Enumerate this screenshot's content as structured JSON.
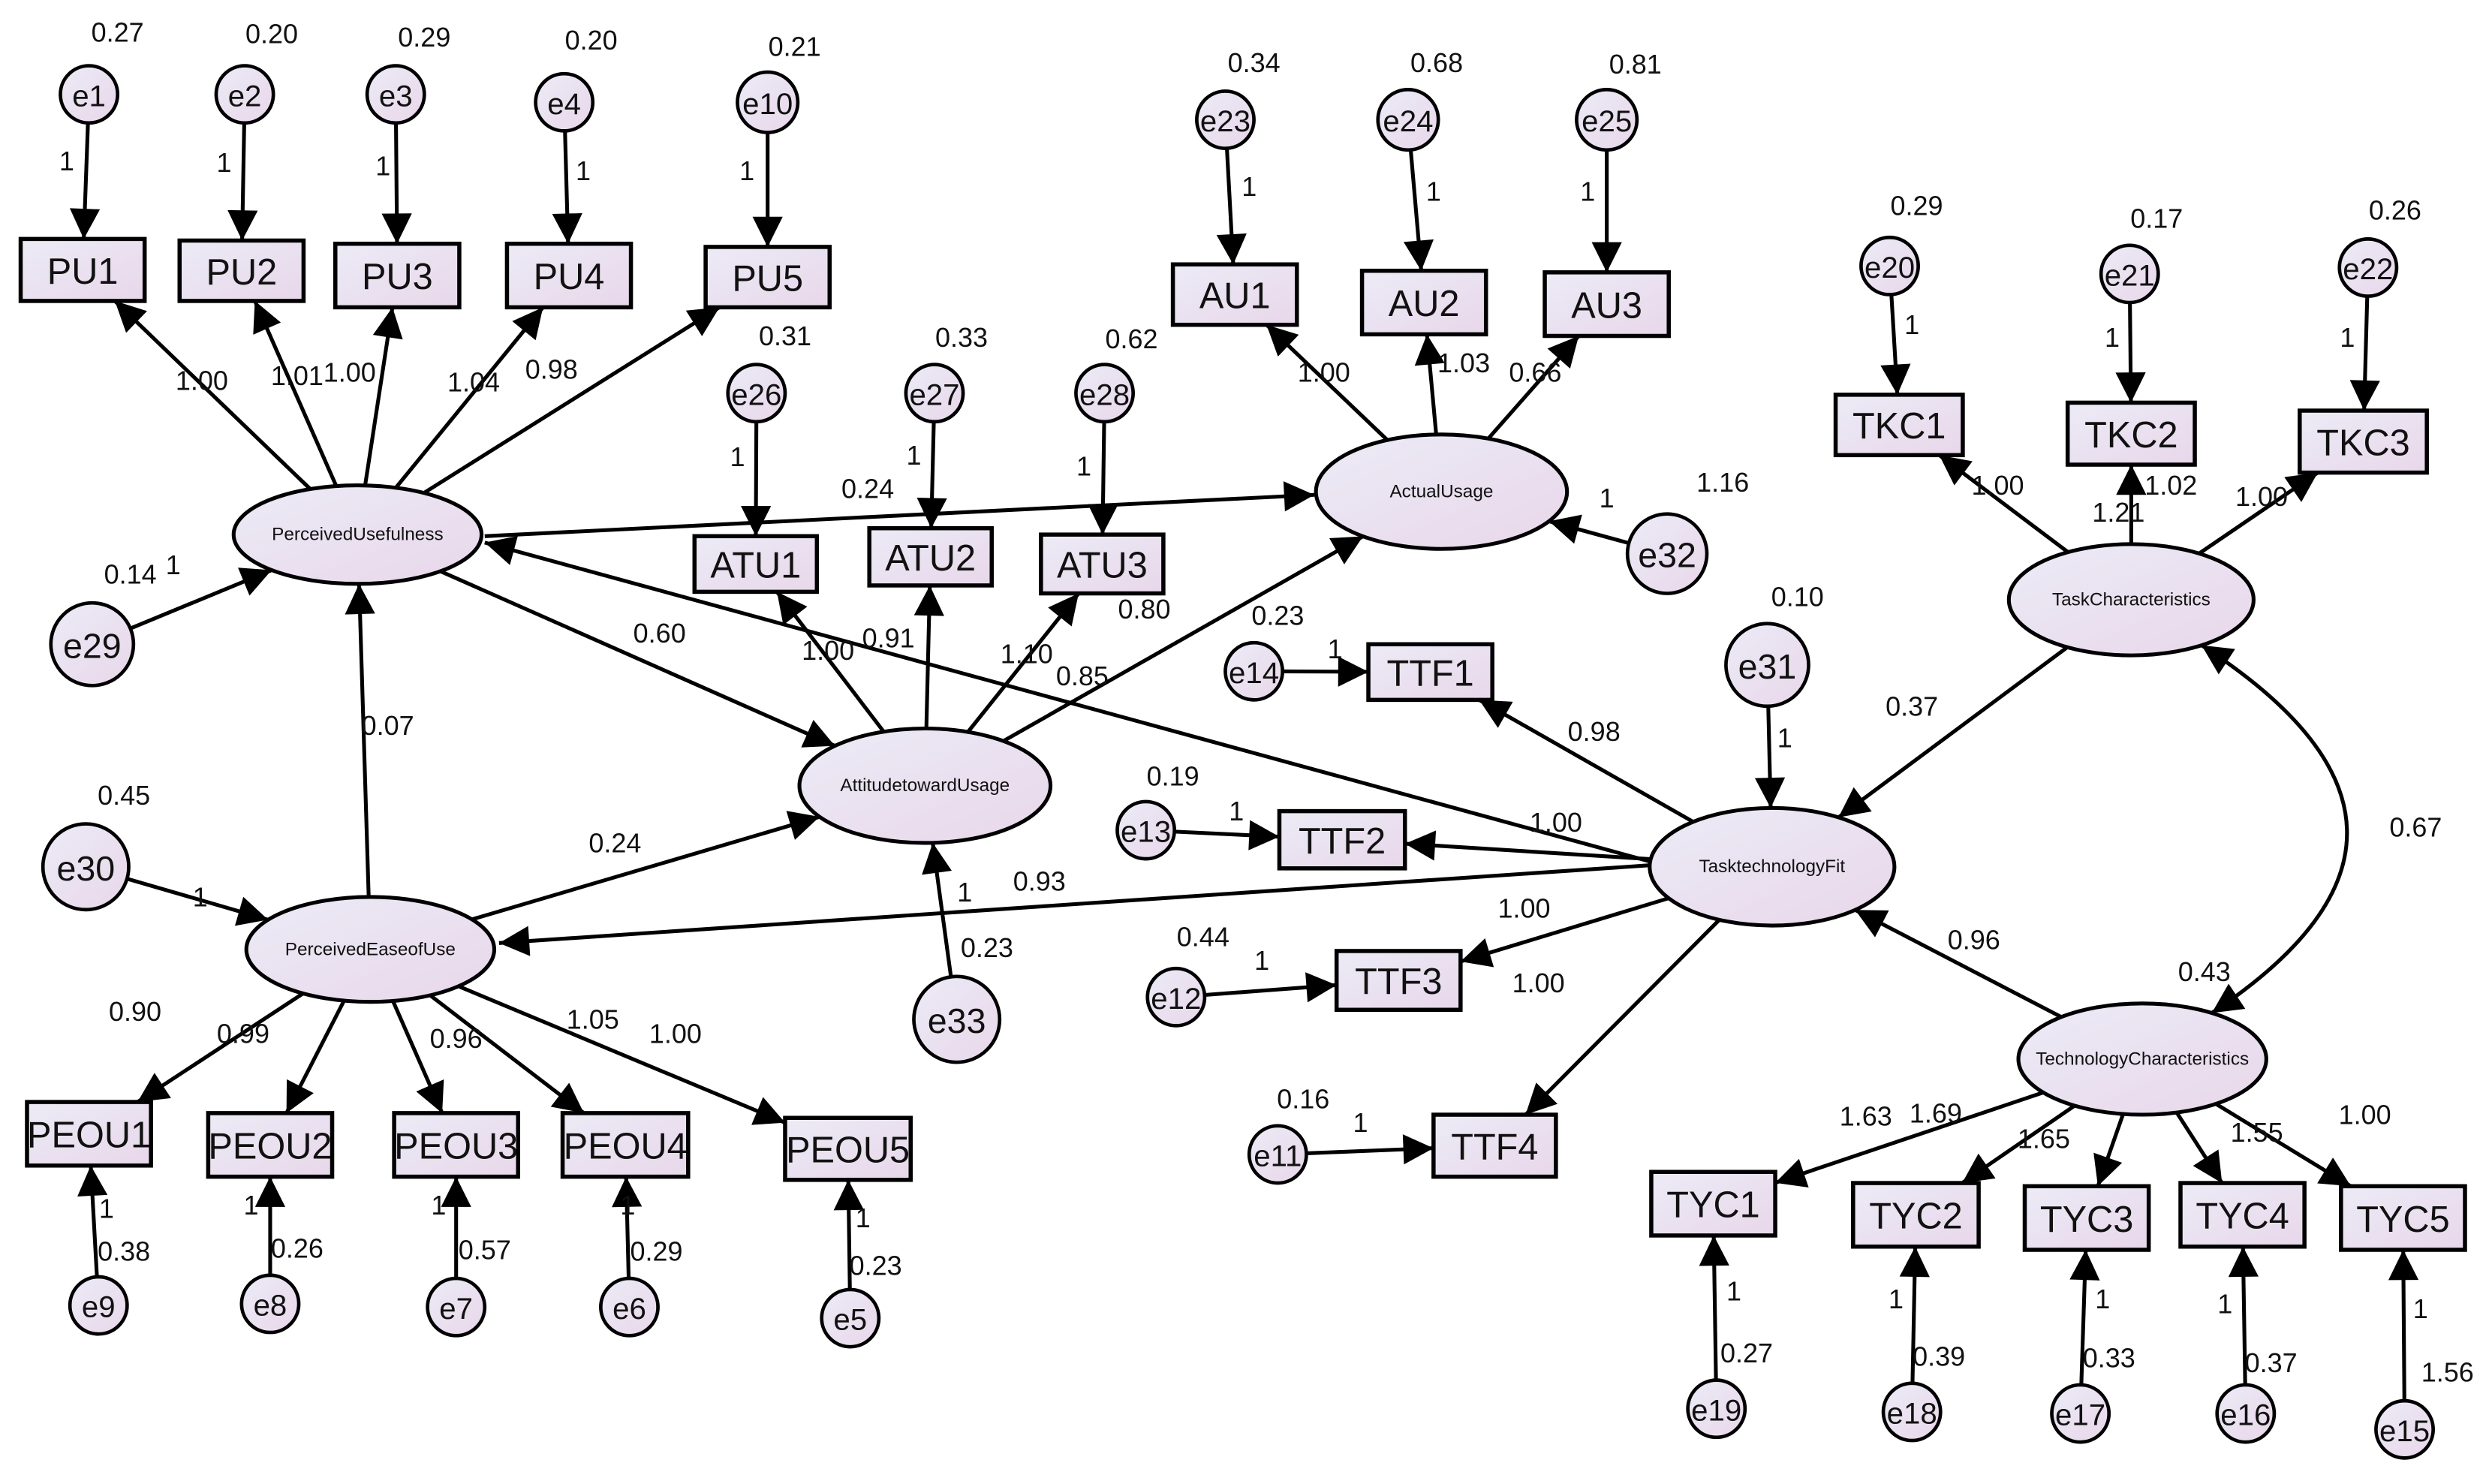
{
  "diagram": {
    "type": "structural-equation-model",
    "colors": {
      "node_fill_light": "#ecebf6",
      "node_fill_tint": "#e8d7ea",
      "stroke": "#000000",
      "text": "#111111"
    },
    "latent_variables": [
      {
        "id": "PerceivedUsefulness",
        "label": "PerceivedUsefulness"
      },
      {
        "id": "PerceivedEaseofUse",
        "label": "PerceivedEaseofUse"
      },
      {
        "id": "AttitudetowardUsage",
        "label": "AttitudetowardUsage"
      },
      {
        "id": "ActualUsage",
        "label": "ActualUsage"
      },
      {
        "id": "TaskCharacteristics",
        "label": "TaskCharacteristics"
      },
      {
        "id": "TasktechnologyFit",
        "label": "TasktechnologyFit"
      },
      {
        "id": "TechnologyCharacteristics",
        "label": "TechnologyCharacteristics"
      }
    ],
    "observed_variables": [
      {
        "id": "PU1",
        "label": "PU1"
      },
      {
        "id": "PU2",
        "label": "PU2"
      },
      {
        "id": "PU3",
        "label": "PU3"
      },
      {
        "id": "PU4",
        "label": "PU4"
      },
      {
        "id": "PU5",
        "label": "PU5"
      },
      {
        "id": "AU1",
        "label": "AU1"
      },
      {
        "id": "AU2",
        "label": "AU2"
      },
      {
        "id": "AU3",
        "label": "AU3"
      },
      {
        "id": "ATU1",
        "label": "ATU1"
      },
      {
        "id": "ATU2",
        "label": "ATU2"
      },
      {
        "id": "ATU3",
        "label": "ATU3"
      },
      {
        "id": "TKC1",
        "label": "TKC1"
      },
      {
        "id": "TKC2",
        "label": "TKC2"
      },
      {
        "id": "TKC3",
        "label": "TKC3"
      },
      {
        "id": "TTF1",
        "label": "TTF1"
      },
      {
        "id": "TTF2",
        "label": "TTF2"
      },
      {
        "id": "TTF3",
        "label": "TTF3"
      },
      {
        "id": "TTF4",
        "label": "TTF4"
      },
      {
        "id": "PEOU1",
        "label": "PEOU1"
      },
      {
        "id": "PEOU2",
        "label": "PEOU2"
      },
      {
        "id": "PEOU3",
        "label": "PEOU3"
      },
      {
        "id": "PEOU4",
        "label": "PEOU4"
      },
      {
        "id": "PEOU5",
        "label": "PEOU5"
      },
      {
        "id": "TYC1",
        "label": "TYC1"
      },
      {
        "id": "TYC2",
        "label": "TYC2"
      },
      {
        "id": "TYC3",
        "label": "TYC3"
      },
      {
        "id": "TYC4",
        "label": "TYC4"
      },
      {
        "id": "TYC5",
        "label": "TYC5"
      }
    ],
    "error_terms": [
      {
        "id": "e1",
        "label": "e1",
        "variance": "0.27"
      },
      {
        "id": "e2",
        "label": "e2",
        "variance": "0.20"
      },
      {
        "id": "e3",
        "label": "e3",
        "variance": "0.29"
      },
      {
        "id": "e4",
        "label": "e4",
        "variance": "0.20"
      },
      {
        "id": "e10",
        "label": "e10",
        "variance": "0.21"
      },
      {
        "id": "e23",
        "label": "e23",
        "variance": "0.34"
      },
      {
        "id": "e24",
        "label": "e24",
        "variance": "0.68"
      },
      {
        "id": "e25",
        "label": "e25",
        "variance": "0.81"
      },
      {
        "id": "e26",
        "label": "e26",
        "variance": "0.31"
      },
      {
        "id": "e27",
        "label": "e27",
        "variance": "0.33"
      },
      {
        "id": "e28",
        "label": "e28",
        "variance": "0.62"
      },
      {
        "id": "e20",
        "label": "e20",
        "variance": "0.29"
      },
      {
        "id": "e21",
        "label": "e21",
        "variance": "0.17"
      },
      {
        "id": "e22",
        "label": "e22",
        "variance": "0.26"
      },
      {
        "id": "e29",
        "label": "e29",
        "variance": "0.14"
      },
      {
        "id": "e32",
        "label": "e32",
        "variance": "1.16"
      },
      {
        "id": "e14",
        "label": "e14",
        "variance": "0.23"
      },
      {
        "id": "e31",
        "label": "e31",
        "variance": "0.10"
      },
      {
        "id": "e13",
        "label": "e13",
        "variance": "0.19"
      },
      {
        "id": "e30",
        "label": "e30",
        "variance": "0.45"
      },
      {
        "id": "e33",
        "label": "e33",
        "variance": "0.23"
      },
      {
        "id": "e12",
        "label": "e12",
        "variance": "0.44"
      },
      {
        "id": "e11",
        "label": "e11",
        "variance": "0.16"
      },
      {
        "id": "e9",
        "label": "e9",
        "variance": "0.38"
      },
      {
        "id": "e8",
        "label": "e8",
        "variance": "0.26"
      },
      {
        "id": "e7",
        "label": "e7",
        "variance": "0.57"
      },
      {
        "id": "e6",
        "label": "e6",
        "variance": "0.29"
      },
      {
        "id": "e5",
        "label": "e5",
        "variance": "0.23"
      },
      {
        "id": "e19",
        "label": "e19",
        "variance": "0.27"
      },
      {
        "id": "e18",
        "label": "e18",
        "variance": "0.39"
      },
      {
        "id": "e17",
        "label": "e17",
        "variance": "0.33"
      },
      {
        "id": "e16",
        "label": "e16",
        "variance": "0.37"
      },
      {
        "id": "e15",
        "label": "e15",
        "variance": "1.56"
      }
    ],
    "latent_variances": [
      {
        "id": "TechnologyCharacteristics",
        "value": "0.43"
      }
    ],
    "paths": [
      {
        "from": "e1",
        "to": "PU1",
        "label": "1"
      },
      {
        "from": "e2",
        "to": "PU2",
        "label": "1"
      },
      {
        "from": "e3",
        "to": "PU3",
        "label": "1"
      },
      {
        "from": "e4",
        "to": "PU4",
        "label": "1"
      },
      {
        "from": "e10",
        "to": "PU5",
        "label": "1"
      },
      {
        "from": "e23",
        "to": "AU1",
        "label": "1"
      },
      {
        "from": "e24",
        "to": "AU2",
        "label": "1"
      },
      {
        "from": "e25",
        "to": "AU3",
        "label": "1"
      },
      {
        "from": "e26",
        "to": "ATU1",
        "label": "1"
      },
      {
        "from": "e27",
        "to": "ATU2",
        "label": "1"
      },
      {
        "from": "e28",
        "to": "ATU3",
        "label": "1"
      },
      {
        "from": "e20",
        "to": "TKC1",
        "label": "1"
      },
      {
        "from": "e21",
        "to": "TKC2",
        "label": "1"
      },
      {
        "from": "e22",
        "to": "TKC3",
        "label": "1"
      },
      {
        "from": "e29",
        "to": "PerceivedUsefulness",
        "label": "1"
      },
      {
        "from": "e32",
        "to": "ActualUsage",
        "label": "1"
      },
      {
        "from": "e31",
        "to": "TasktechnologyFit",
        "label": "1"
      },
      {
        "from": "e30",
        "to": "PerceivedEaseofUse",
        "label": "1"
      },
      {
        "from": "e33",
        "to": "AttitudetowardUsage",
        "label": "1"
      },
      {
        "from": "e14",
        "to": "TTF1",
        "label": "1"
      },
      {
        "from": "e13",
        "to": "TTF2",
        "label": "1"
      },
      {
        "from": "e12",
        "to": "TTF3",
        "label": "1"
      },
      {
        "from": "e11",
        "to": "TTF4",
        "label": "1"
      },
      {
        "from": "e9",
        "to": "PEOU1",
        "label": "1"
      },
      {
        "from": "e8",
        "to": "PEOU2",
        "label": "1"
      },
      {
        "from": "e7",
        "to": "PEOU3",
        "label": "1"
      },
      {
        "from": "e6",
        "to": "PEOU4",
        "label": "1"
      },
      {
        "from": "e5",
        "to": "PEOU5",
        "label": "1"
      },
      {
        "from": "e19",
        "to": "TYC1",
        "label": "1"
      },
      {
        "from": "e18",
        "to": "TYC2",
        "label": "1"
      },
      {
        "from": "e17",
        "to": "TYC3",
        "label": "1"
      },
      {
        "from": "e16",
        "to": "TYC4",
        "label": "1"
      },
      {
        "from": "e15",
        "to": "TYC5",
        "label": "1"
      },
      {
        "from": "PerceivedUsefulness",
        "to": "PU1",
        "label": "1.00"
      },
      {
        "from": "PerceivedUsefulness",
        "to": "PU2",
        "label": "1.01"
      },
      {
        "from": "PerceivedUsefulness",
        "to": "PU3",
        "label": "1.00"
      },
      {
        "from": "PerceivedUsefulness",
        "to": "PU4",
        "label": "1.04"
      },
      {
        "from": "PerceivedUsefulness",
        "to": "PU5",
        "label": "0.98"
      },
      {
        "from": "PerceivedUsefulness",
        "to": "ActualUsage",
        "label": "0.24"
      },
      {
        "from": "PerceivedUsefulness",
        "to": "AttitudetowardUsage",
        "label": "0.60"
      },
      {
        "from": "PerceivedEaseofUse",
        "to": "PerceivedUsefulness",
        "label": "0.07"
      },
      {
        "from": "PerceivedEaseofUse",
        "to": "AttitudetowardUsage",
        "label": "0.24"
      },
      {
        "from": "PerceivedEaseofUse",
        "to": "PEOU1",
        "label": "0.90"
      },
      {
        "from": "PerceivedEaseofUse",
        "to": "PEOU2",
        "label": "0.99"
      },
      {
        "from": "PerceivedEaseofUse",
        "to": "PEOU3",
        "label": "0.96"
      },
      {
        "from": "PerceivedEaseofUse",
        "to": "PEOU4",
        "label": "1.05"
      },
      {
        "from": "PerceivedEaseofUse",
        "to": "PEOU5",
        "label": "1.00"
      },
      {
        "from": "AttitudetowardUsage",
        "to": "ATU1",
        "label": "1.00"
      },
      {
        "from": "AttitudetowardUsage",
        "to": "ATU2",
        "label": "0.91"
      },
      {
        "from": "AttitudetowardUsage",
        "to": "ATU3",
        "label": "1.10"
      },
      {
        "from": "AttitudetowardUsage",
        "to": "ActualUsage",
        "label": "0.85"
      },
      {
        "from": "ActualUsage",
        "to": "AU1",
        "label": "1.00"
      },
      {
        "from": "ActualUsage",
        "to": "AU2",
        "label": "1.03"
      },
      {
        "from": "ActualUsage",
        "to": "AU3",
        "label": "0.66"
      },
      {
        "from": "TaskCharacteristics",
        "to": "TKC1",
        "label": "1.00"
      },
      {
        "from": "TaskCharacteristics",
        "to": "TKC2",
        "label": "1.02"
      },
      {
        "from": "TaskCharacteristics",
        "to": "TKC3",
        "label": "1.00"
      },
      {
        "from": "TaskCharacteristics",
        "to": "TasktechnologyFit",
        "label": "0.37"
      },
      {
        "from": "TasktechnologyFit",
        "to": "PerceivedUsefulness",
        "label": "0.80"
      },
      {
        "from": "TasktechnologyFit",
        "to": "PerceivedEaseofUse",
        "label": "0.93"
      },
      {
        "from": "TasktechnologyFit",
        "to": "TTF1",
        "label": "0.98"
      },
      {
        "from": "TasktechnologyFit",
        "to": "TTF2",
        "label": "1.00"
      },
      {
        "from": "TasktechnologyFit",
        "to": "TTF3",
        "label": "1.00"
      },
      {
        "from": "TasktechnologyFit",
        "to": "TTF4",
        "label": "1.00"
      },
      {
        "from": "TechnologyCharacteristics",
        "to": "TasktechnologyFit",
        "label": "0.96"
      },
      {
        "from": "TechnologyCharacteristics",
        "to": "TYC1",
        "label": "1.63"
      },
      {
        "from": "TechnologyCharacteristics",
        "to": "TYC2",
        "label": "1.69"
      },
      {
        "from": "TechnologyCharacteristics",
        "to": "TYC3",
        "label": "1.65"
      },
      {
        "from": "TechnologyCharacteristics",
        "to": "TYC4",
        "label": "1.55"
      },
      {
        "from": "TechnologyCharacteristics",
        "to": "TYC5",
        "label": "1.00"
      }
    ],
    "covariances": [
      {
        "a": "TaskCharacteristics",
        "b": "TechnologyCharacteristics",
        "label": "0.67"
      }
    ],
    "orphan_labels": [
      {
        "label": "1.21"
      }
    ]
  }
}
